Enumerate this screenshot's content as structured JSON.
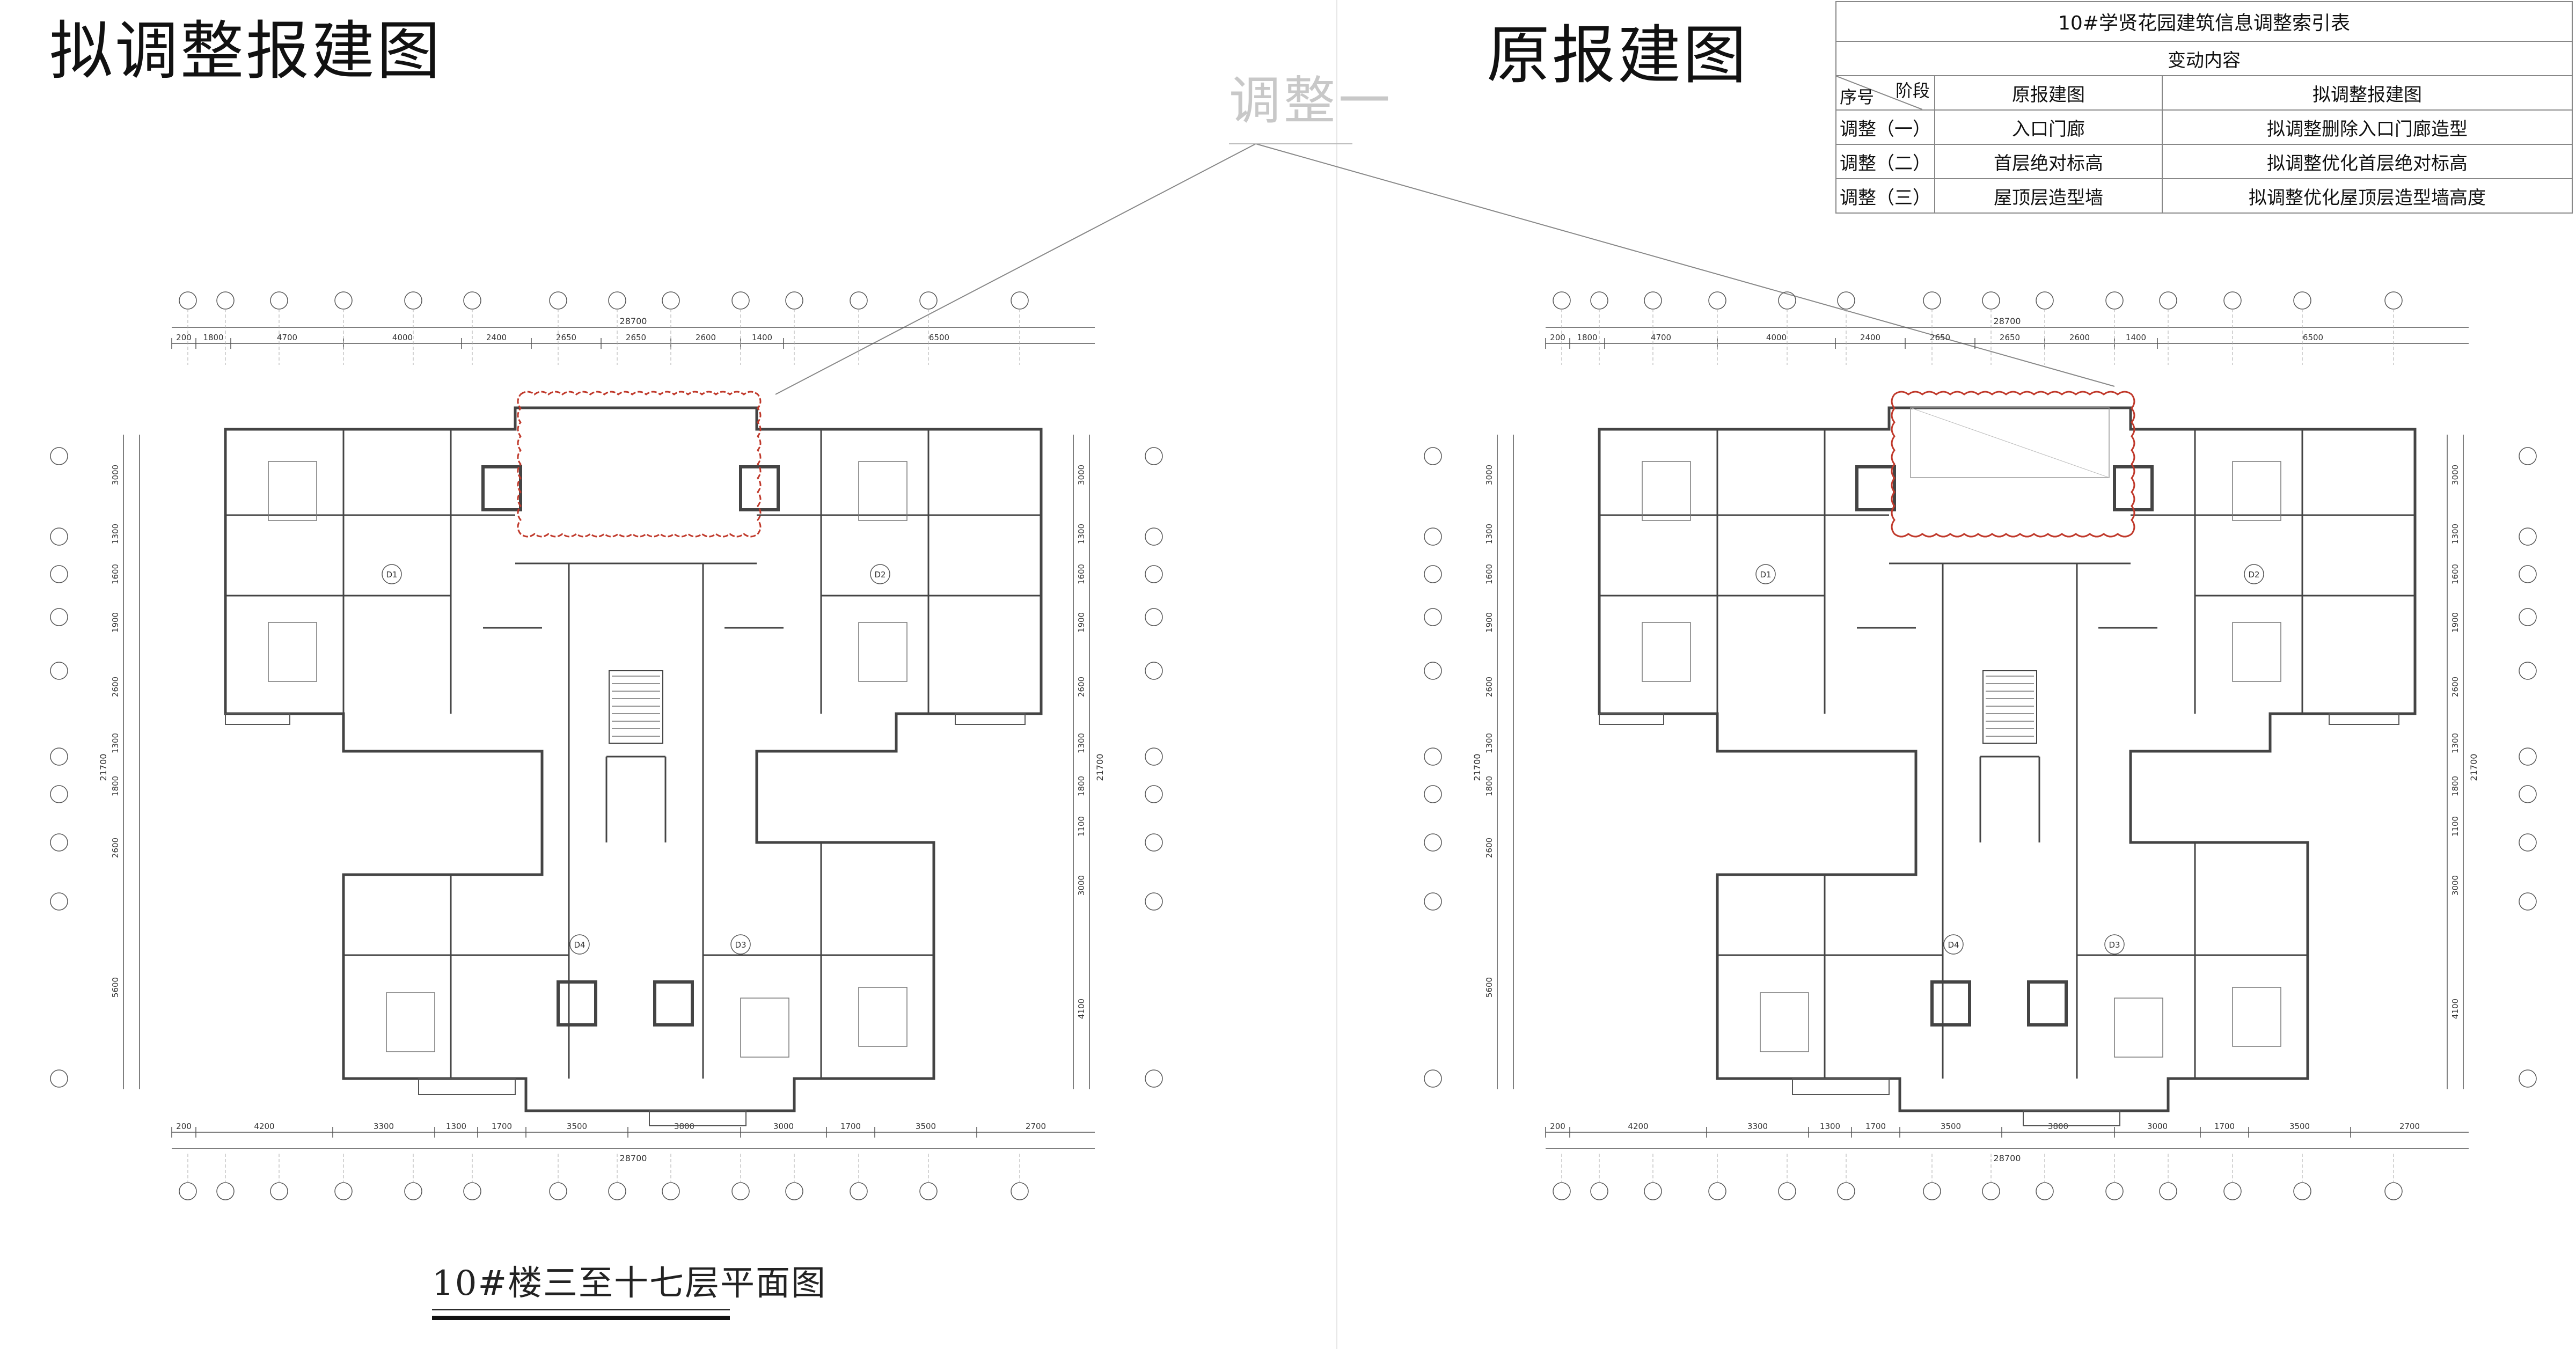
{
  "titles": {
    "left": "拟调整报建图",
    "right": "原报建图"
  },
  "callout": "调整一",
  "caption": "10#楼三至十七层平面图",
  "index_table": {
    "title": "10#学贤花园建筑信息调整索引表",
    "subheader": "变动内容",
    "stage_label": "阶段",
    "number_label": "序号",
    "col_original": "原报建图",
    "col_proposed": "拟调整报建图",
    "rows": [
      {
        "no": "调整（一）",
        "original": "入口门廊",
        "proposed": "拟调整删除入口门廊造型"
      },
      {
        "no": "调整（二）",
        "original": "首层绝对标高",
        "proposed": "拟调整优化首层绝对标高"
      },
      {
        "no": "调整（三）",
        "original": "屋顶层造型墙",
        "proposed": "拟调整优化屋顶层造型墙高度"
      }
    ]
  },
  "plan": {
    "overall_dim": "28700",
    "top_dims": [
      "200",
      "1800",
      "4700",
      "4000",
      "2400",
      "2650",
      "2650",
      "2600",
      "1400",
      "6500"
    ],
    "bottom_dims": [
      "200",
      "4200",
      "3300",
      "1300",
      "1700",
      "3500",
      "3800",
      "3000",
      "1700",
      "3500",
      "2700"
    ],
    "left_dims": [
      "3000",
      "1300",
      "1600",
      "1900",
      "2600",
      "1300",
      "1800",
      "2600",
      "5600"
    ],
    "right_dims": [
      "3000",
      "1300",
      "1600",
      "1900",
      "2600",
      "1300",
      "1800",
      "1100",
      "3000",
      "4100"
    ],
    "side_total": "21700",
    "unit_tags": [
      "D1",
      "D2",
      "D3",
      "D4"
    ]
  },
  "colors": {
    "line": "#555555",
    "wall": "#444444",
    "highlight": "#c0392b"
  }
}
